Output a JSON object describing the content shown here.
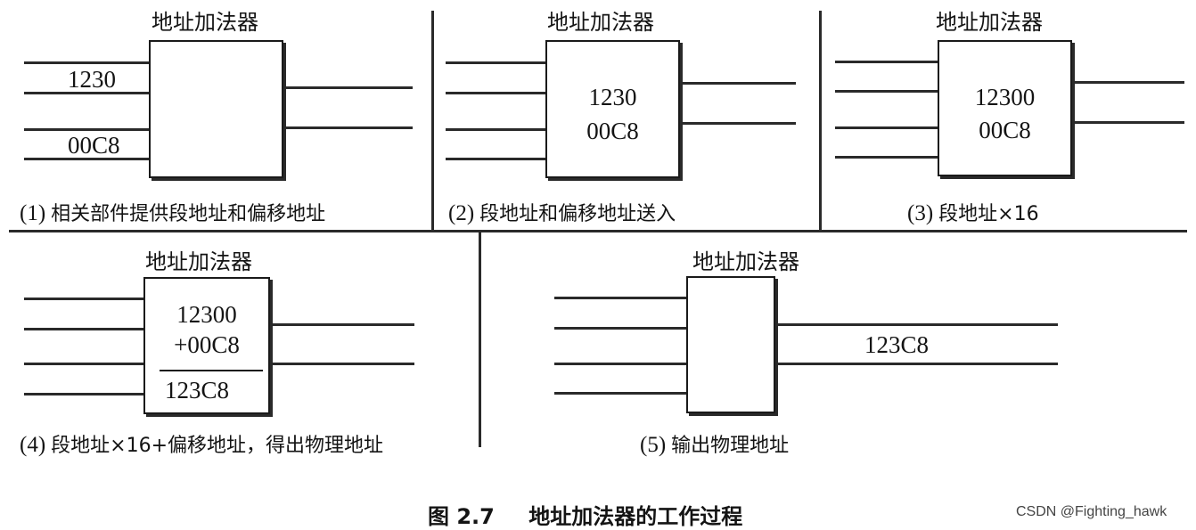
{
  "figure": {
    "number": "图 2.7",
    "title": "地址加法器的工作过程"
  },
  "watermark": "CSDN @Fighting_hawk",
  "component_label": "地址加法器",
  "panels": [
    {
      "step": "(1)",
      "caption": "相关部件提供段地址和偏移地址",
      "input_labels": [
        "1230",
        "00C8"
      ],
      "box_lines": [],
      "output_label": ""
    },
    {
      "step": "(2)",
      "caption": "段地址和偏移地址送入",
      "input_labels": [],
      "box_lines": [
        "1230",
        "00C8"
      ],
      "output_label": ""
    },
    {
      "step": "(3)",
      "caption": "段地址×16",
      "input_labels": [],
      "box_lines": [
        "12300",
        "00C8"
      ],
      "output_label": ""
    },
    {
      "step": "(4)",
      "caption": "段地址×16+偏移地址，得出物理地址",
      "input_labels": [],
      "box_lines": [
        "12300",
        "+00C8",
        "123C8"
      ],
      "output_label": ""
    },
    {
      "step": "(5)",
      "caption": "输出物理地址",
      "input_labels": [],
      "box_lines": [],
      "output_label": "123C8"
    }
  ],
  "colors": {
    "line": "#2a2a2a",
    "text": "#141414",
    "background": "#ffffff"
  }
}
